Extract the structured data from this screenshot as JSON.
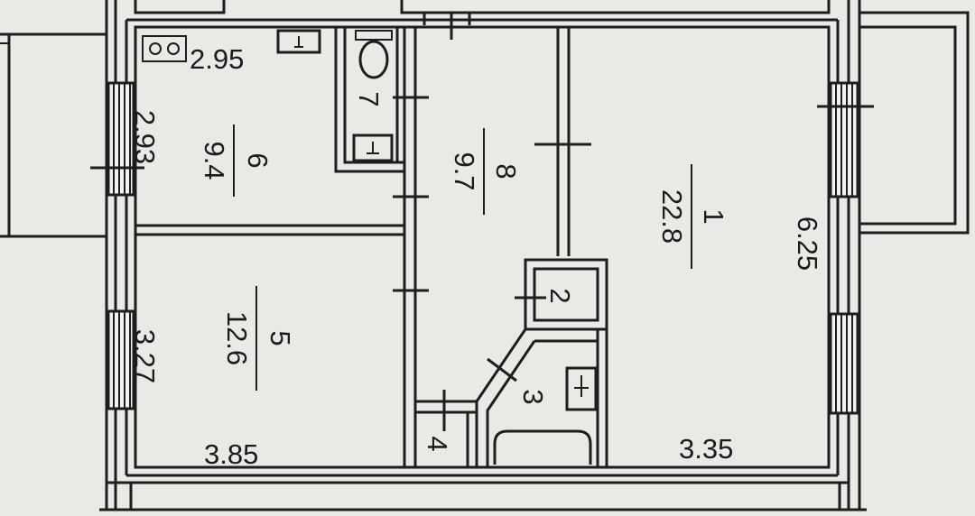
{
  "rooms": {
    "r1": {
      "number": "1",
      "area": "22.8"
    },
    "r2": {
      "number": "2"
    },
    "r3": {
      "number": "3"
    },
    "r4": {
      "number": "4"
    },
    "r5": {
      "number": "5",
      "area": "12.6"
    },
    "r6": {
      "number": "6",
      "area": "9.4"
    },
    "r7": {
      "number": "7"
    },
    "r8": {
      "number": "8",
      "area": "9.7"
    }
  },
  "dimensions": {
    "top_left": "2.95",
    "left_upper": "2.93",
    "left_lower": "3.27",
    "bottom_left": "3.85",
    "bottom_right": "3.35",
    "right": "6.25"
  },
  "colors": {
    "paper": "#ebe9e6",
    "line": "#1d1d1d"
  }
}
